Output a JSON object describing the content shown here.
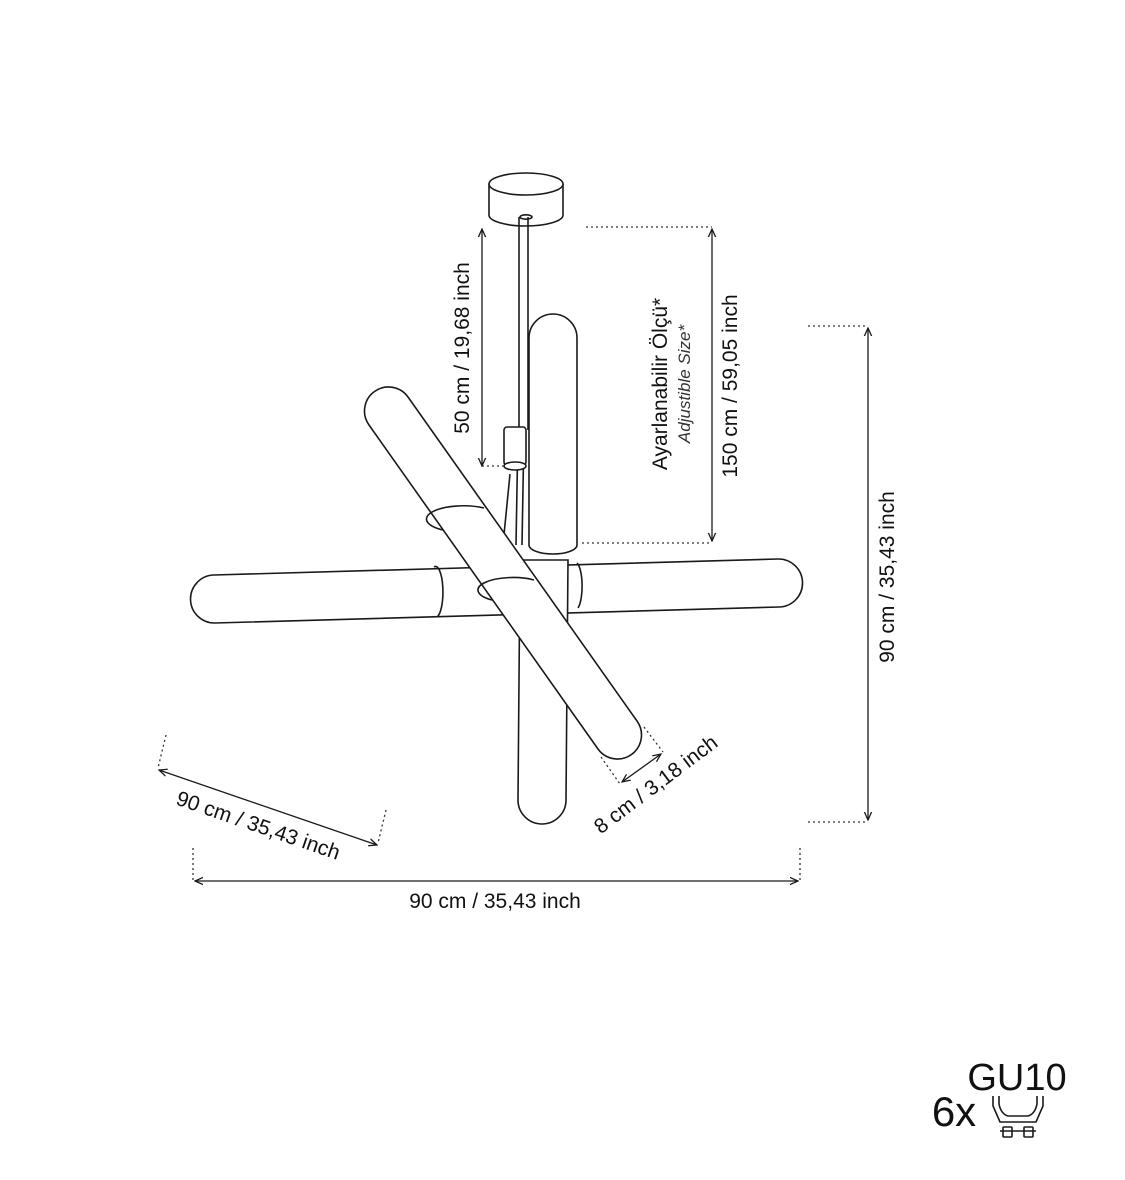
{
  "dimensions": {
    "suspension_length": "50 cm / 19,68 inch",
    "adjustable_total": "150 cm / 59,05 inch",
    "adjustable_label_tr": "Ayarlanabilir Ölçü*",
    "adjustable_label_en": "Adjustible Size*",
    "height": "90 cm / 35,43 inch",
    "depth": "90 cm / 35,43 inch",
    "width": "90 cm / 35,43 inch",
    "tube_diameter": "8 cm / 3,18 inch"
  },
  "bulb": {
    "count": "6x",
    "type": "GU10",
    "icon": "gu10-bulb-icon"
  },
  "colors": {
    "line": "#1a1a1a",
    "background": "#ffffff"
  }
}
